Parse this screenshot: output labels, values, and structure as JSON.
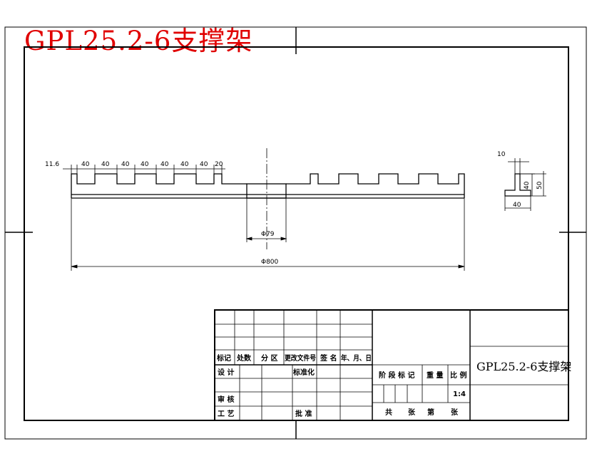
{
  "drawing_title": "GPL25.2-6支撑架",
  "dimensions": {
    "offset": "11.6",
    "pitch": "40",
    "pitch_count": 7,
    "end_gap": "20",
    "bore": "Φ79",
    "outer": "Φ800"
  },
  "section": {
    "web": "10",
    "height_inner": "40",
    "height_total": "50",
    "base": "40"
  },
  "title_block": {
    "rev_headers": [
      "标记",
      "处数",
      "分 区",
      "更改文件号",
      "签 名",
      "年、月、日"
    ],
    "row_design": "设 计",
    "row_standard": "标准化",
    "row_review": "审 核",
    "row_process": "工 艺",
    "row_approve": "批 准",
    "stage_mark": "阶 段 标 记",
    "weight": "重 量",
    "scale_label": "比 例",
    "scale_value": "1:4",
    "sheets_total": "共",
    "sheets_word": "张",
    "sheet_number": "第",
    "sheet_word": "张",
    "drawing_name": "GPL25.2-6支撑架"
  }
}
